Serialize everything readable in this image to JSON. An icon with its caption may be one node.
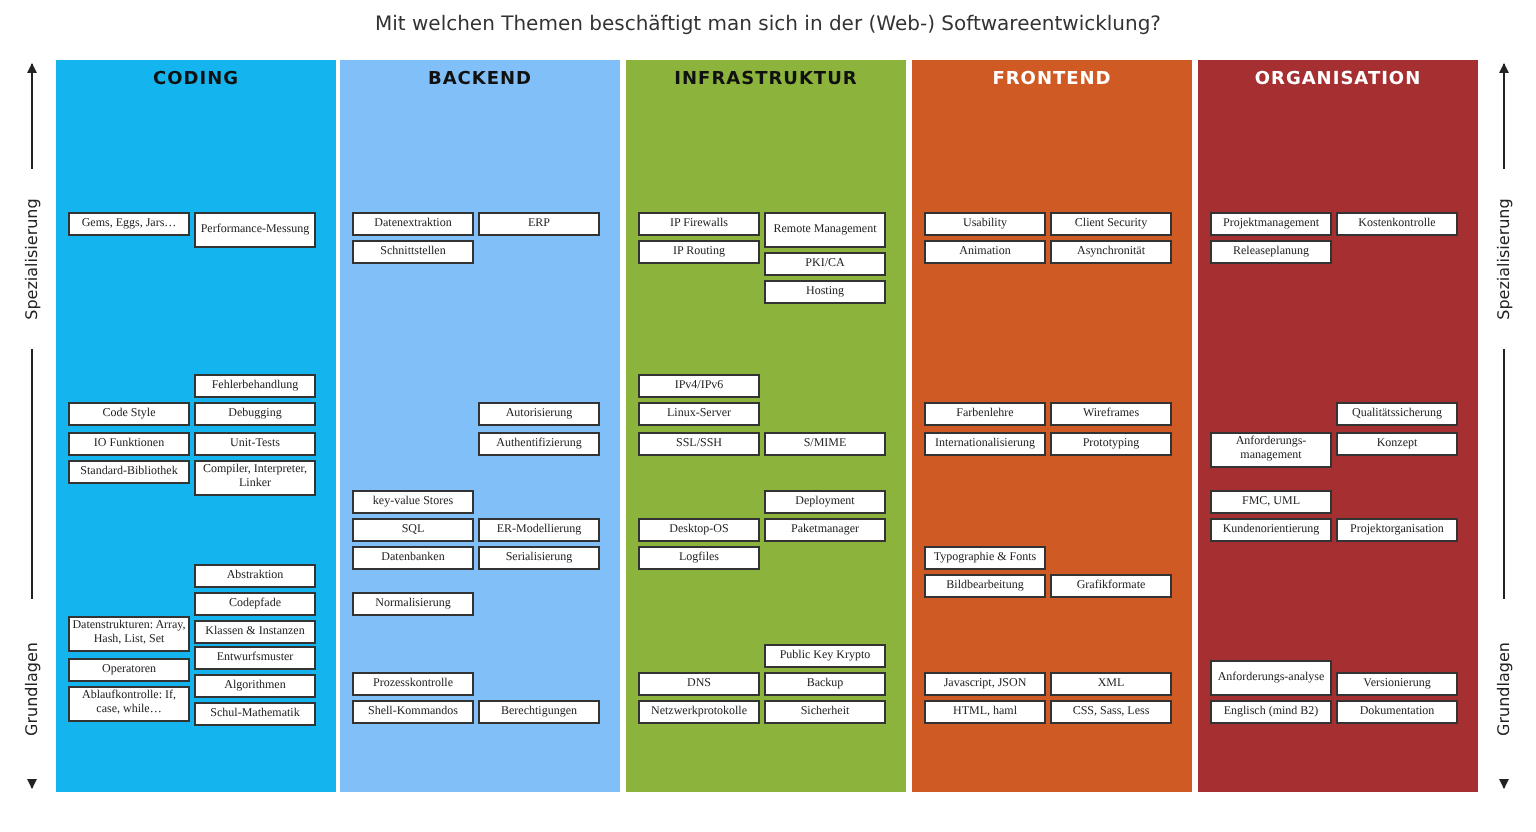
{
  "diagram": {
    "title": "Mit welchen Themen beschäftigt man sich in der (Web-) Softwareentwicklung?",
    "nodes": [
      {
        "text": [
          "CODING"
        ]
      },
      {
        "text": [
          "Gems, Eggs, Jars…"
        ],
        "in": 0
      },
      {
        "text": [
          "Performance-Messung"
        ],
        "in": 0
      },
      {
        "text": [
          "Fehlerbehandlung"
        ],
        "in": 0
      },
      {
        "text": [
          "Code Style"
        ],
        "in": 0
      },
      {
        "text": [
          "Debugging"
        ],
        "in": 0
      },
      {
        "text": [
          "IO Funktionen"
        ],
        "in": 0
      },
      {
        "text": [
          "Unit-Tests"
        ],
        "in": 0
      },
      {
        "text": [
          "Standard-Bibliothek"
        ],
        "in": 0
      },
      {
        "text": [
          "Compiler, Interpreter, Linker"
        ],
        "in": 0
      },
      {
        "text": [
          "Abstraktion"
        ],
        "in": 0
      },
      {
        "text": [
          "Codepfade"
        ],
        "in": 0
      },
      {
        "text": [
          "Datenstrukturen: Array, Hash, List, Set"
        ],
        "in": 0
      },
      {
        "text": [
          "Klassen & Instanzen"
        ],
        "in": 0
      },
      {
        "text": [
          "Entwurfsmuster"
        ],
        "in": 0
      },
      {
        "text": [
          "Operatoren"
        ],
        "in": 0
      },
      {
        "text": [
          "Algorithmen"
        ],
        "in": 0
      },
      {
        "text": [
          "Ablaufkontrolle: If, case, while…"
        ],
        "in": 0
      },
      {
        "text": [
          "Schul-Mathematik"
        ],
        "in": 0
      },
      {
        "text": [
          "BACKEND"
        ]
      },
      {
        "text": [
          "Datenextraktion"
        ],
        "in": 19
      },
      {
        "text": [
          "ERP"
        ],
        "in": 19
      },
      {
        "text": [
          "Schnittstellen"
        ],
        "in": 19
      },
      {
        "text": [
          "Autorisierung"
        ],
        "in": 19
      },
      {
        "text": [
          "Authentifizierung"
        ],
        "in": 19
      },
      {
        "text": [
          "key-value Stores"
        ],
        "in": 19
      },
      {
        "text": [
          "SQL"
        ],
        "in": 19
      },
      {
        "text": [
          "ER-Modellierung"
        ],
        "in": 19
      },
      {
        "text": [
          "Datenbanken"
        ],
        "in": 19
      },
      {
        "text": [
          "Serialisierung"
        ],
        "in": 19
      },
      {
        "text": [
          "Normalisierung"
        ],
        "in": 19
      },
      {
        "text": [
          "Prozesskontrolle"
        ],
        "in": 19
      },
      {
        "text": [
          "Shell-Kommandos"
        ],
        "in": 19
      },
      {
        "text": [
          "Berechtigungen"
        ],
        "in": 19
      },
      {
        "text": [
          "INFRASTRUKTUR"
        ]
      },
      {
        "text": [
          "IP Firewalls"
        ],
        "in": 34
      },
      {
        "text": [
          "Remote Management"
        ],
        "in": 34
      },
      {
        "text": [
          "IP Routing"
        ],
        "in": 34
      },
      {
        "text": [
          "PKI/CA"
        ],
        "in": 34
      },
      {
        "text": [
          "Hosting"
        ],
        "in": 34
      },
      {
        "text": [
          "IPv4/IPv6"
        ],
        "in": 34
      },
      {
        "text": [
          "Linux-Server"
        ],
        "in": 34
      },
      {
        "text": [
          "SSL/SSH"
        ],
        "in": 34
      },
      {
        "text": [
          "S/MIME"
        ],
        "in": 34
      },
      {
        "text": [
          "Deployment"
        ],
        "in": 34
      },
      {
        "text": [
          "Desktop-OS"
        ],
        "in": 34
      },
      {
        "text": [
          "Paketmanager"
        ],
        "in": 34
      },
      {
        "text": [
          "Logfiles"
        ],
        "in": 34
      },
      {
        "text": [
          "Public Key Krypto"
        ],
        "in": 34
      },
      {
        "text": [
          "DNS"
        ],
        "in": 34
      },
      {
        "text": [
          "Backup"
        ],
        "in": 34
      },
      {
        "text": [
          "Netzwerkprotokolle"
        ],
        "in": 34
      },
      {
        "text": [
          "Sicherheit"
        ],
        "in": 34
      },
      {
        "text": [
          "FRONTEND"
        ]
      },
      {
        "text": [
          "Usability"
        ],
        "in": 53
      },
      {
        "text": [
          "Client Security"
        ],
        "in": 53
      },
      {
        "text": [
          "Animation"
        ],
        "in": 53
      },
      {
        "text": [
          "Asynchronität"
        ],
        "in": 53
      },
      {
        "text": [
          "Farbenlehre"
        ],
        "in": 53
      },
      {
        "text": [
          "Wireframes"
        ],
        "in": 53
      },
      {
        "text": [
          "Internationalisierung"
        ],
        "in": 53
      },
      {
        "text": [
          "Prototyping"
        ],
        "in": 53
      },
      {
        "text": [
          "Typographie & Fonts"
        ],
        "in": 53
      },
      {
        "text": [
          "Bildbearbeitung"
        ],
        "in": 53
      },
      {
        "text": [
          "Grafikformate"
        ],
        "in": 53
      },
      {
        "text": [
          "Javascript, JSON"
        ],
        "in": 53
      },
      {
        "text": [
          "XML"
        ],
        "in": 53
      },
      {
        "text": [
          "HTML, haml"
        ],
        "in": 53
      },
      {
        "text": [
          "CSS, Sass, Less"
        ],
        "in": 53
      },
      {
        "text": [
          "ORGANISATION"
        ]
      },
      {
        "text": [
          "Projektmanagement"
        ],
        "in": 69
      },
      {
        "text": [
          "Kostenkontrolle"
        ],
        "in": 69
      },
      {
        "text": [
          "Releaseplanung"
        ],
        "in": 69
      },
      {
        "text": [
          "Qualitätssicherung"
        ],
        "in": 69
      },
      {
        "text": [
          "Anforderungs-management"
        ],
        "in": 69
      },
      {
        "text": [
          "Konzept"
        ],
        "in": 69
      },
      {
        "text": [
          "FMC, UML"
        ],
        "in": 69
      },
      {
        "text": [
          "Kundenorientierung"
        ],
        "in": 69
      },
      {
        "text": [
          "Projektorganisation"
        ],
        "in": 69
      },
      {
        "text": [
          "Anforderungs-analyse"
        ],
        "in": 69
      },
      {
        "text": [
          "Versionierung"
        ],
        "in": 69
      },
      {
        "text": [
          "Englisch (mind B2)"
        ],
        "in": 69
      },
      {
        "text": [
          "Dokumentation"
        ],
        "in": 69
      }
    ],
    "labels": [
      "Spezialisierung",
      "Grundlagen",
      "Spezialisierung",
      "Grundlagen"
    ]
  }
}
